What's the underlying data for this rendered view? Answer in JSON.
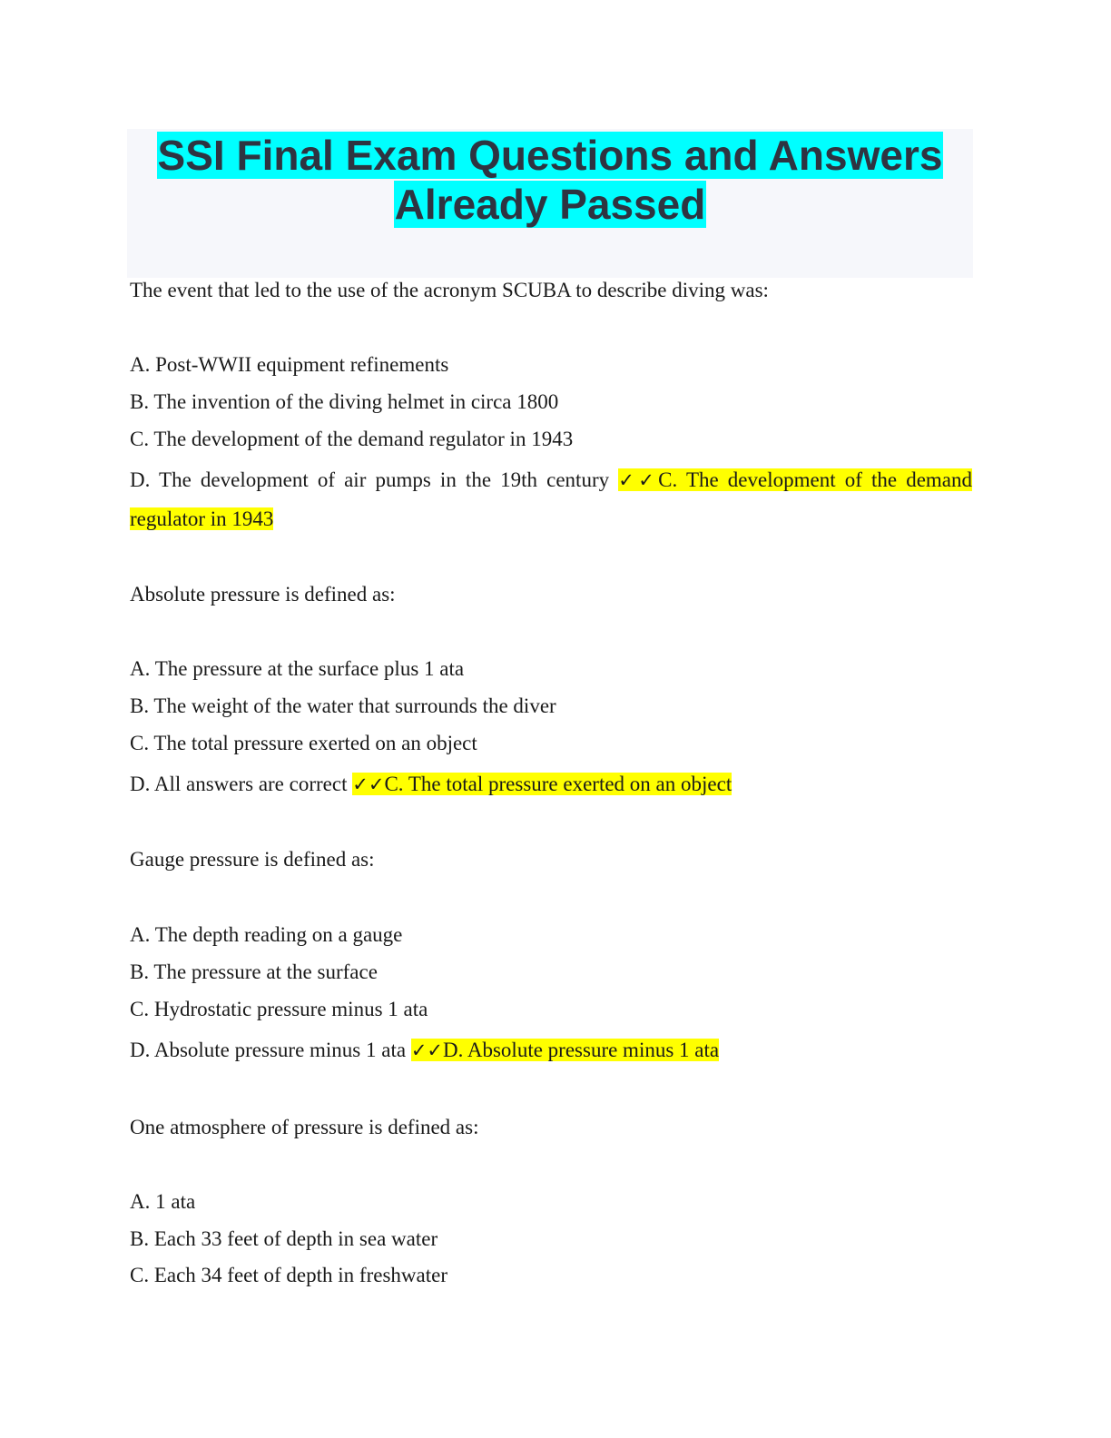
{
  "document": {
    "title_line1": "SSI Final Exam Questions and Answers",
    "title_line2": "Already Passed",
    "colors": {
      "title_highlight": "#00ffff",
      "answer_highlight": "#ffff00",
      "title_box_bg": "#f6f7fb",
      "title_text": "#2e3441"
    },
    "questions": [
      {
        "prompt": "The event that led to the use of the acronym SCUBA to describe diving was:",
        "options": [
          "A. Post-WWII equipment refinements",
          "B. The invention of the diving helmet in circa 1800",
          "C. The development of the demand regulator in 1943",
          "D. The development of air pumps in the 19th century"
        ],
        "check": "✓✓",
        "answer_part1": "C. The development of the demand",
        "answer_part2": "regulator in 1943"
      },
      {
        "prompt": "Absolute pressure is defined as:",
        "options": [
          "A. The pressure at the surface plus 1 ata",
          "B. The weight of the water that surrounds the diver",
          "C. The total pressure exerted on an object",
          "D. All answers are correct"
        ],
        "check": "✓✓",
        "answer": "C. The total pressure exerted on an object"
      },
      {
        "prompt": "Gauge pressure is defined as:",
        "options": [
          "A. The depth reading on a gauge",
          "B. The pressure at the surface",
          "C. Hydrostatic pressure minus 1 ata",
          "D. Absolute pressure minus 1 ata"
        ],
        "check": "✓✓",
        "answer": "D. Absolute pressure minus 1 ata"
      },
      {
        "prompt": "One atmosphere of pressure is defined as:",
        "options": [
          "A. 1 ata",
          "B. Each 33 feet of depth in sea water",
          "C. Each 34 feet of depth in freshwater"
        ]
      }
    ]
  }
}
